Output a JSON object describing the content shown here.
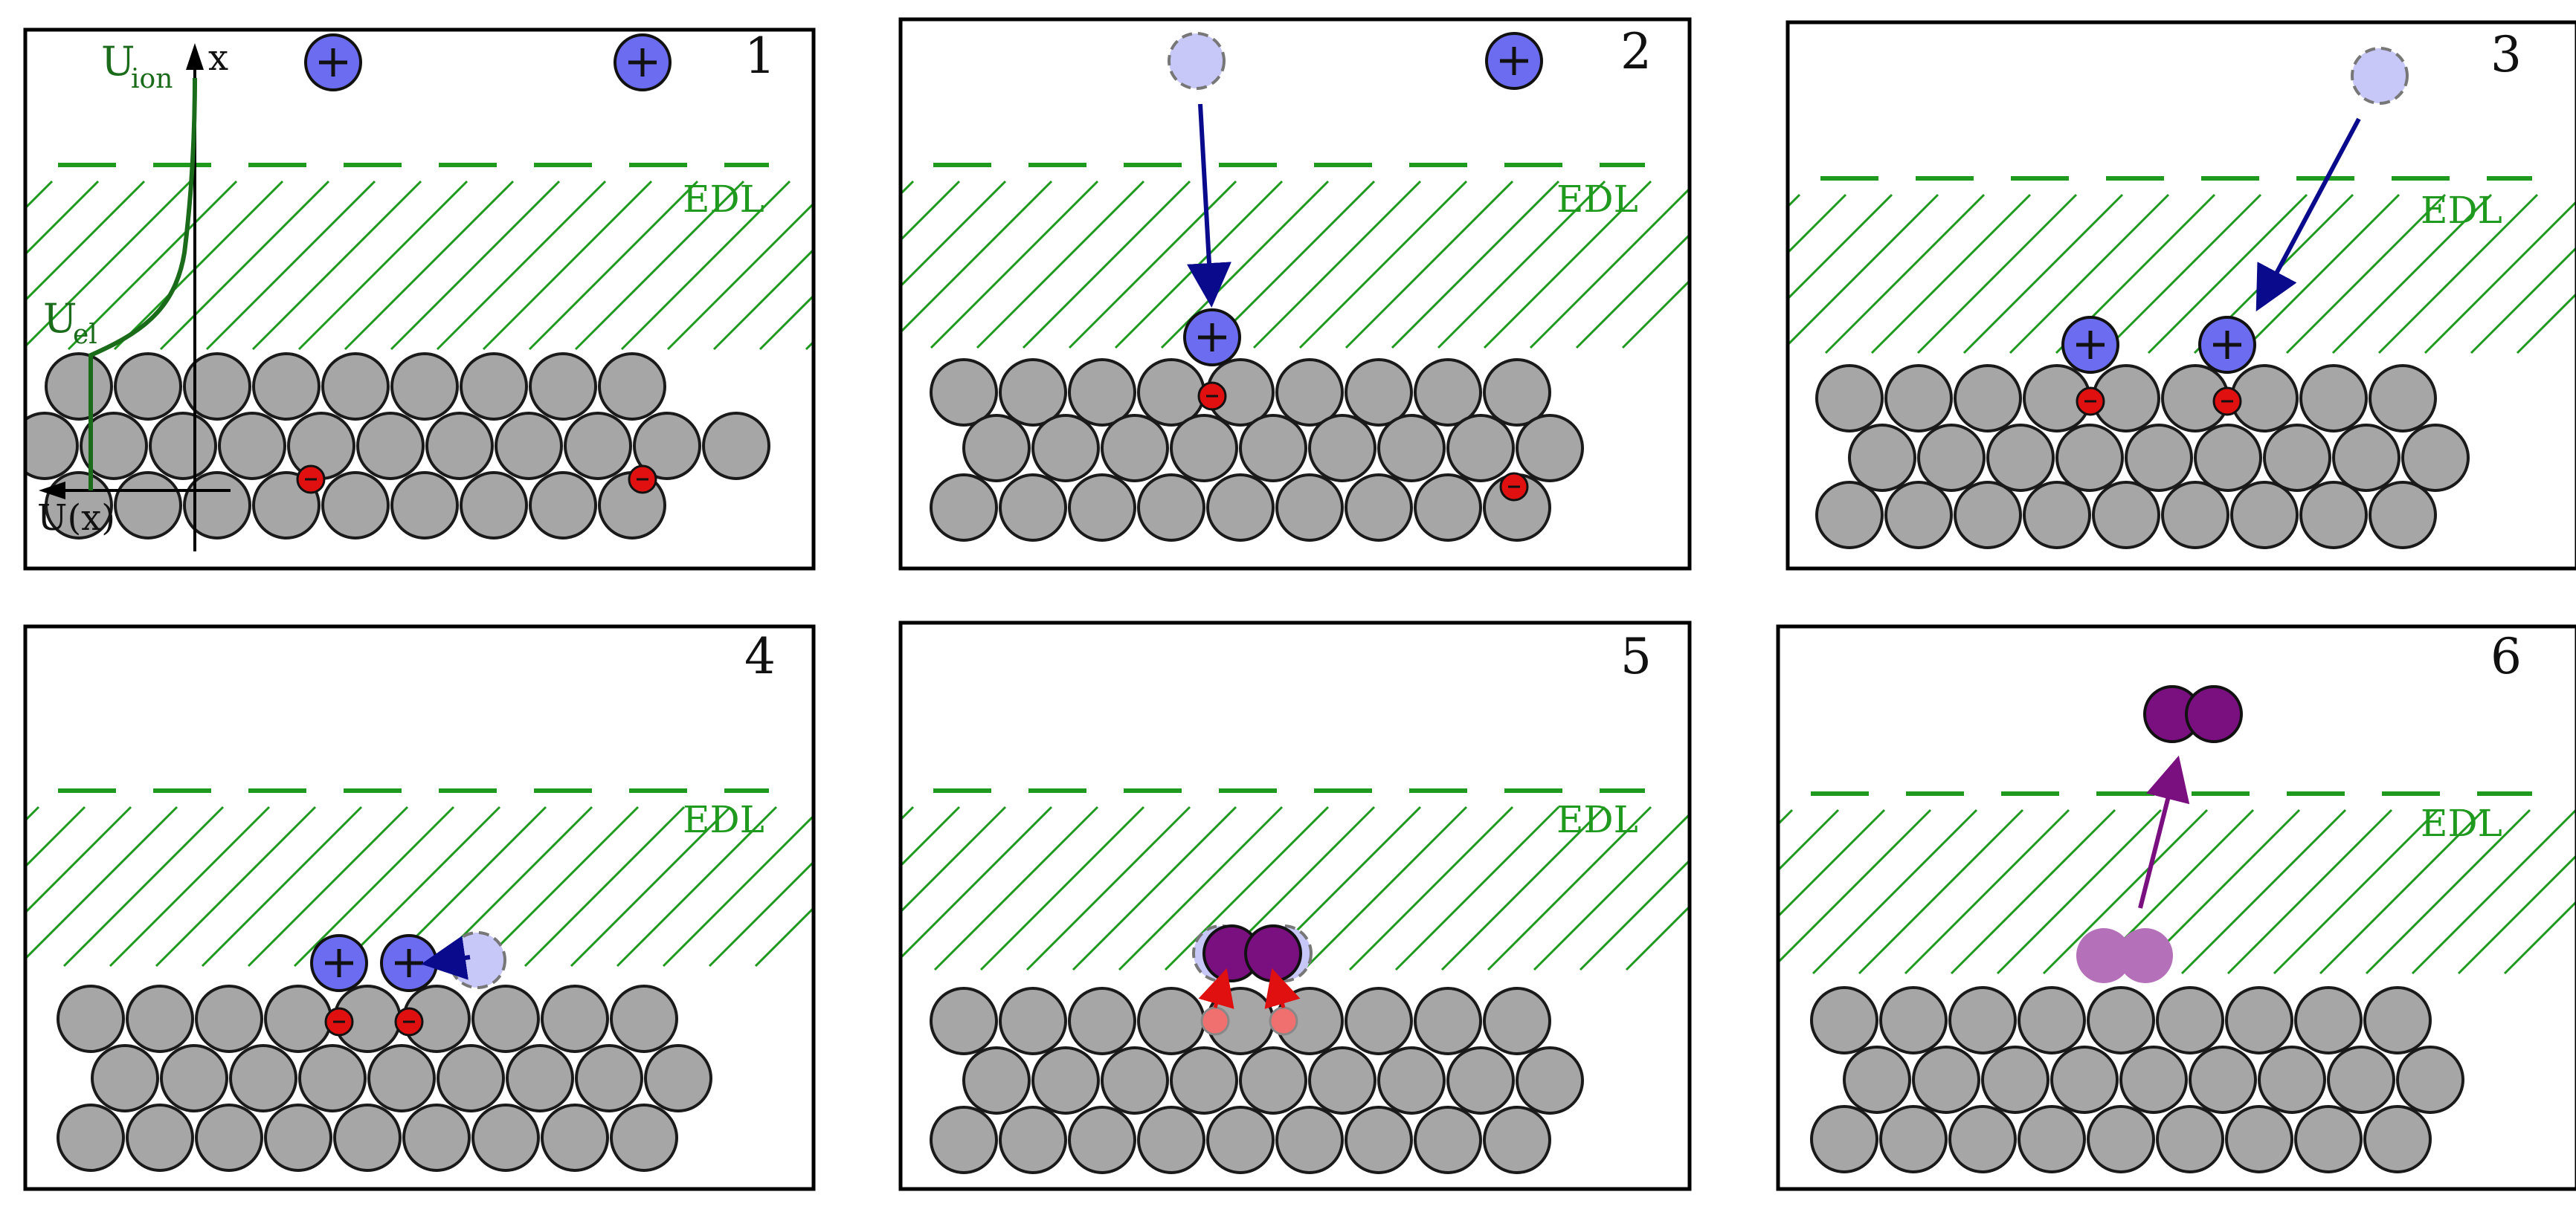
{
  "colors": {
    "frame": "#000000",
    "atom_fill": "#a6a6a6",
    "atom_stroke": "#1a1a1a",
    "edl_green": "#1f9a1f",
    "potential_green": "#1a6b1a",
    "ion_fill": "#6c6cf0",
    "ghost_ion_fill": "#c8c8f8",
    "electron_fill": "#e01010",
    "arrow_blue": "#0a0a8c",
    "molecule_purple": "#7a0f80",
    "faded_molecule": "#b470b8",
    "faded_electron": "#f07070",
    "arrow_red": "#e01010"
  },
  "panels": [
    {
      "number": "1",
      "edl_label": "EDL",
      "axes": {
        "x_label": "x",
        "u_label": "U(x)",
        "u_ion_label": "U",
        "u_ion_sub": "ion",
        "u_el_label": "U",
        "u_el_sub": "el"
      }
    },
    {
      "number": "2",
      "edl_label": "EDL"
    },
    {
      "number": "3",
      "edl_label": "EDL"
    },
    {
      "number": "4",
      "edl_label": "EDL"
    },
    {
      "number": "5",
      "edl_label": "EDL"
    },
    {
      "number": "6",
      "edl_label": "EDL"
    }
  ],
  "symbols": {
    "plus": "+",
    "minus": "−"
  }
}
